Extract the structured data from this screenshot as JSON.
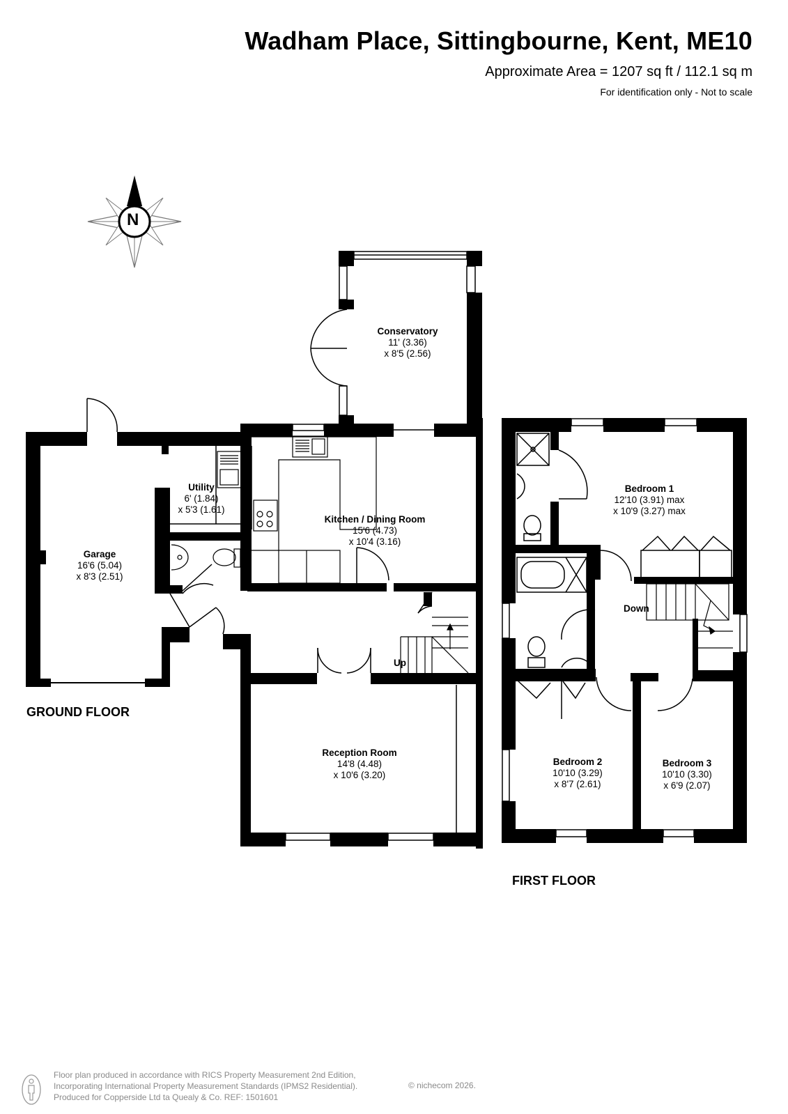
{
  "header": {
    "title": "Wadham Place, Sittingbourne, Kent, ME10",
    "area": "Approximate Area = 1207 sq ft / 112.1 sq m",
    "note": "For identification only - Not to scale"
  },
  "compass": {
    "label": "N"
  },
  "ground_floor": {
    "label": "GROUND FLOOR",
    "rooms": [
      {
        "name": "Conservatory",
        "dim1": "11' (3.36)",
        "dim2": "x 8'5 (2.56)"
      },
      {
        "name": "Utility",
        "dim1": "6' (1.84)",
        "dim2": "x 5'3 (1.61)"
      },
      {
        "name": "Garage",
        "dim1": "16'6 (5.04)",
        "dim2": "x 8'3 (2.51)"
      },
      {
        "name": "Kitchen / Dining Room",
        "dim1": "15'6 (4.73)",
        "dim2": "x 10'4 (3.16)"
      },
      {
        "name": "Reception Room",
        "dim1": "14'8 (4.48)",
        "dim2": "x 10'6 (3.20)"
      }
    ],
    "stairs_label": "Up"
  },
  "first_floor": {
    "label": "FIRST FLOOR",
    "rooms": [
      {
        "name": "Bedroom 1",
        "dim1": "12'10 (3.91) max",
        "dim2": "x 10'9 (3.27) max"
      },
      {
        "name": "Bedroom 2",
        "dim1": "10'10 (3.29)",
        "dim2": "x 8'7 (2.61)"
      },
      {
        "name": "Bedroom 3",
        "dim1": "10'10 (3.30)",
        "dim2": "x 6'9 (2.07)"
      }
    ],
    "stairs_label": "Down"
  },
  "footer": {
    "line1": "Floor plan produced in accordance with RICS Property Measurement 2nd Edition,",
    "line2": "Incorporating International Property Measurement Standards (IPMS2 Residential).",
    "line3": "Produced for Copperside Ltd ta Quealy & Co.   REF: 1501601",
    "brand": "© nichecom 2026."
  },
  "colors": {
    "wall": "#000000",
    "footer_text": "#8a8a8a"
  }
}
